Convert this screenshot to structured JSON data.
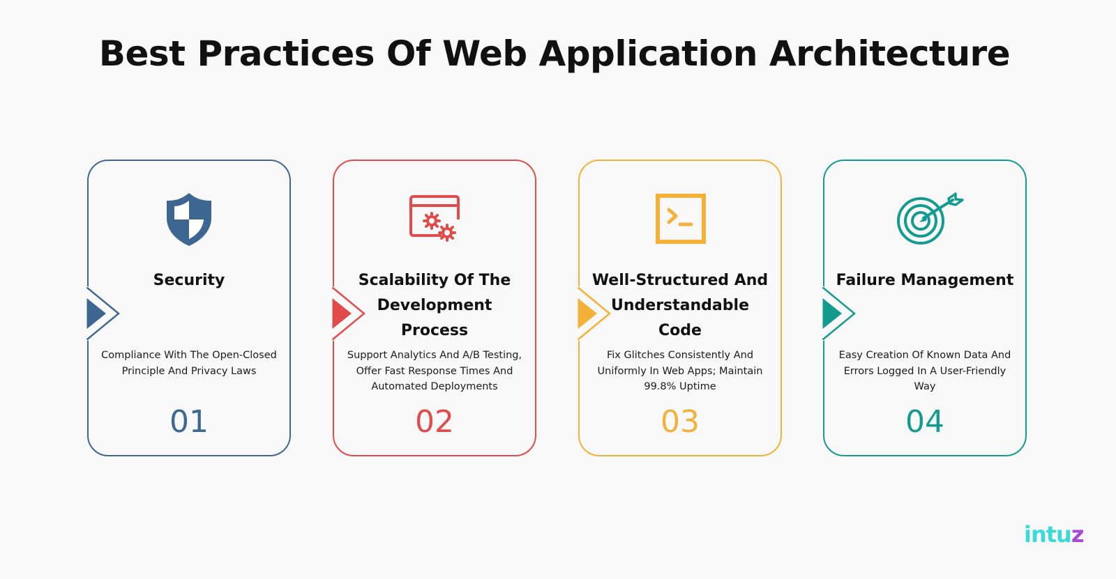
{
  "title": "Best Practices Of Web Application Architecture",
  "colors": {
    "blue": "#3d6691",
    "red": "#e04b4b",
    "amber": "#f3b13a",
    "teal": "#129b8e",
    "logo_teal": "#3dd8d8",
    "logo_purple": "#a64ad6"
  },
  "cards": [
    {
      "title": "Security",
      "description": "Compliance With The Open-Closed Principle And Privacy Laws",
      "number": "01",
      "icon": "shield-icon",
      "color": "#3d6691"
    },
    {
      "title": "Scalability Of The Development Process",
      "description": "Support Analytics And A/B Testing, Offer Fast Response Times And Automated Deployments",
      "number": "02",
      "icon": "browser-gears-icon",
      "color": "#e04b4b"
    },
    {
      "title": "Well-Structured And Understandable Code",
      "description": "Fix Glitches Consistently And Uniformly In Web Apps; Maintain 99.8% Uptime",
      "number": "03",
      "icon": "terminal-icon",
      "color": "#f3b13a"
    },
    {
      "title": "Failure Management",
      "description": "Easy Creation Of Known Data And Errors Logged In A User-Friendly Way",
      "number": "04",
      "icon": "target-arrow-icon",
      "color": "#129b8e"
    }
  ],
  "logo": {
    "text_main": "intu",
    "text_accent": "z"
  }
}
